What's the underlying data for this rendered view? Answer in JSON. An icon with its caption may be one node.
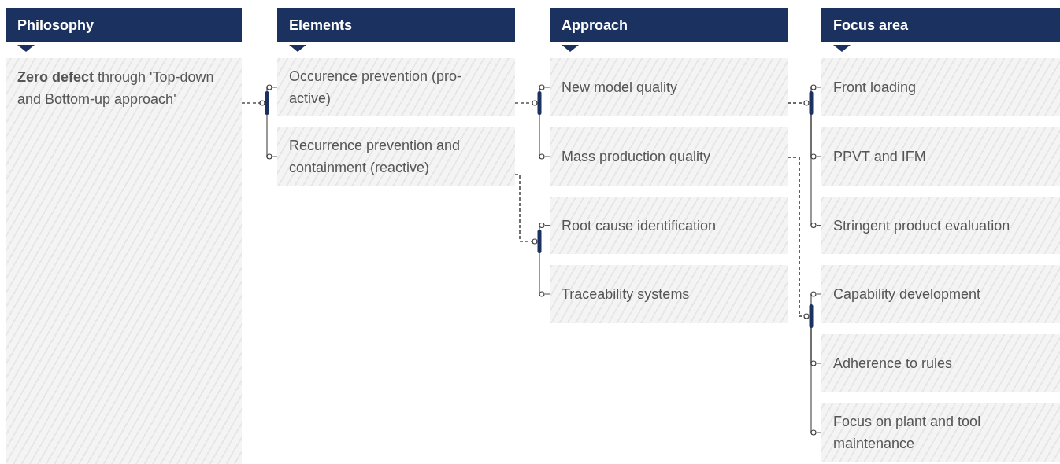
{
  "diagram": {
    "nodes": [
      {
        "text": [
          "Philosophy"
        ]
      },
      {
        "text": [
          "Elements"
        ]
      },
      {
        "text": [
          "Approach"
        ]
      },
      {
        "text": [
          "Focus area"
        ]
      },
      {
        "text": [
          "**Zero defect** through 'Top-down and Bottom-up approach'"
        ]
      },
      {
        "text": [
          "Occurence prevention (pro-active)"
        ]
      },
      {
        "text": [
          "Recurrence prevention and containment (reactive)"
        ]
      },
      {
        "text": [
          "New model quality"
        ]
      },
      {
        "text": [
          "Mass production quality"
        ]
      },
      {
        "text": [
          "Root cause identification"
        ]
      },
      {
        "text": [
          "Traceability systems"
        ]
      },
      {
        "text": [
          "Front loading"
        ]
      },
      {
        "text": [
          "PPVT and IFM"
        ]
      },
      {
        "text": [
          "Stringent product evaluation"
        ]
      },
      {
        "text": [
          "Capability development"
        ]
      },
      {
        "text": [
          "Adherence to rules"
        ]
      },
      {
        "text": [
          "Focus on plant and tool maintenance"
        ]
      }
    ],
    "edges": [
      {
        "from": 4,
        "to": 5,
        "arrow": "none"
      },
      {
        "from": 4,
        "to": 6,
        "arrow": "none"
      },
      {
        "from": 5,
        "to": 7,
        "arrow": "none"
      },
      {
        "from": 5,
        "to": 8,
        "arrow": "none"
      },
      {
        "from": 6,
        "to": 9,
        "arrow": "none"
      },
      {
        "from": 6,
        "to": 10,
        "arrow": "none"
      },
      {
        "from": 7,
        "to": 11,
        "arrow": "none"
      },
      {
        "from": 7,
        "to": 12,
        "arrow": "none"
      },
      {
        "from": 7,
        "to": 13,
        "arrow": "none"
      },
      {
        "from": 8,
        "to": 14,
        "arrow": "none"
      },
      {
        "from": 8,
        "to": 15,
        "arrow": "none"
      },
      {
        "from": 8,
        "to": 16,
        "arrow": "none"
      }
    ]
  }
}
